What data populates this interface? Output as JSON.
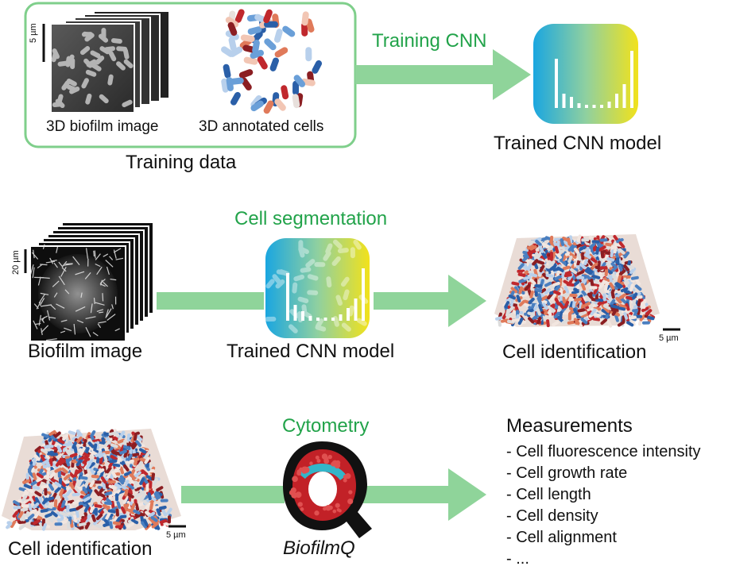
{
  "row1": {
    "stack_label": "3D biofilm image",
    "annot_label": "3D annotated cells",
    "training_data_label": "Training data",
    "training_cnn_label": "Training CNN",
    "model_label": "Trained CNN model",
    "scale_label": "5 µm"
  },
  "row2": {
    "biofilm_label": "Biofilm image",
    "scale_label": "20 µm",
    "segmentation_label": "Cell segmentation",
    "model_label": "Trained CNN model",
    "cell_id_label": "Cell identification",
    "scale_label_right": "5 µm"
  },
  "row3": {
    "cell_id_label": "Cell identification",
    "scale_label": "5 µm",
    "cytometry_label": "Cytometry",
    "tool_label": "BiofilmQ",
    "measurements_title": "Measurements",
    "measurements": [
      "- Cell fluorescence intensity",
      "- Cell growth rate",
      "- Cell length",
      "- Cell density",
      "- Cell alignment",
      "- ..."
    ]
  },
  "colors": {
    "arrow_green": "#8fd49a",
    "box_green": "#7fcf8b",
    "label_green": "#22a34a",
    "gradient_start": "#1aa6e0",
    "gradient_end": "#f2e21b",
    "cell_red": "#c0282d",
    "cell_blue": "#2a5fa8"
  },
  "icons": [
    "cnn-model-icon",
    "biofilmq-logo",
    "scale-bar-icon"
  ]
}
